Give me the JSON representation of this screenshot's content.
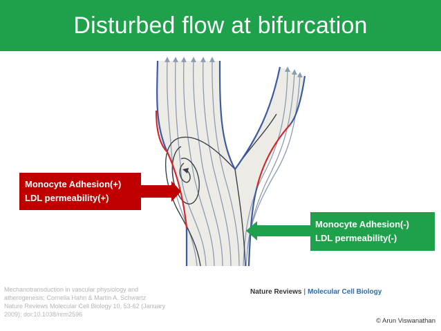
{
  "title": "Disturbed flow at bifurcation",
  "callouts": {
    "positive": {
      "line1": "Monocyte Adhesion(+)",
      "line2": "LDL permeability(+)"
    },
    "negative": {
      "line1": "Monocyte Adhesion(-)",
      "line2": "LDL permeability(-)"
    }
  },
  "citation": {
    "line1": "Mechanotransduction in vascular physiology and",
    "line2": "atherogenesis; Cornelia Hahn & Martin A. Schwartz",
    "line3": "Nature Reviews Molecular Cell Biology 10, 53-62 (January",
    "line4": "2009); doi:10.1038/nrm2596"
  },
  "journal": {
    "name": "Nature Reviews",
    "separator": "|",
    "subtitle": "Molecular Cell Biology"
  },
  "copyright": "© Arun Viswanathan",
  "colors": {
    "accent_green": "#1fa04a",
    "accent_red": "#c00000",
    "vessel_wall": "#3b5aa0",
    "disturbed_wall": "#d9262a",
    "streamline": "#8a9bb3",
    "vortex": "#3a3f4a"
  }
}
